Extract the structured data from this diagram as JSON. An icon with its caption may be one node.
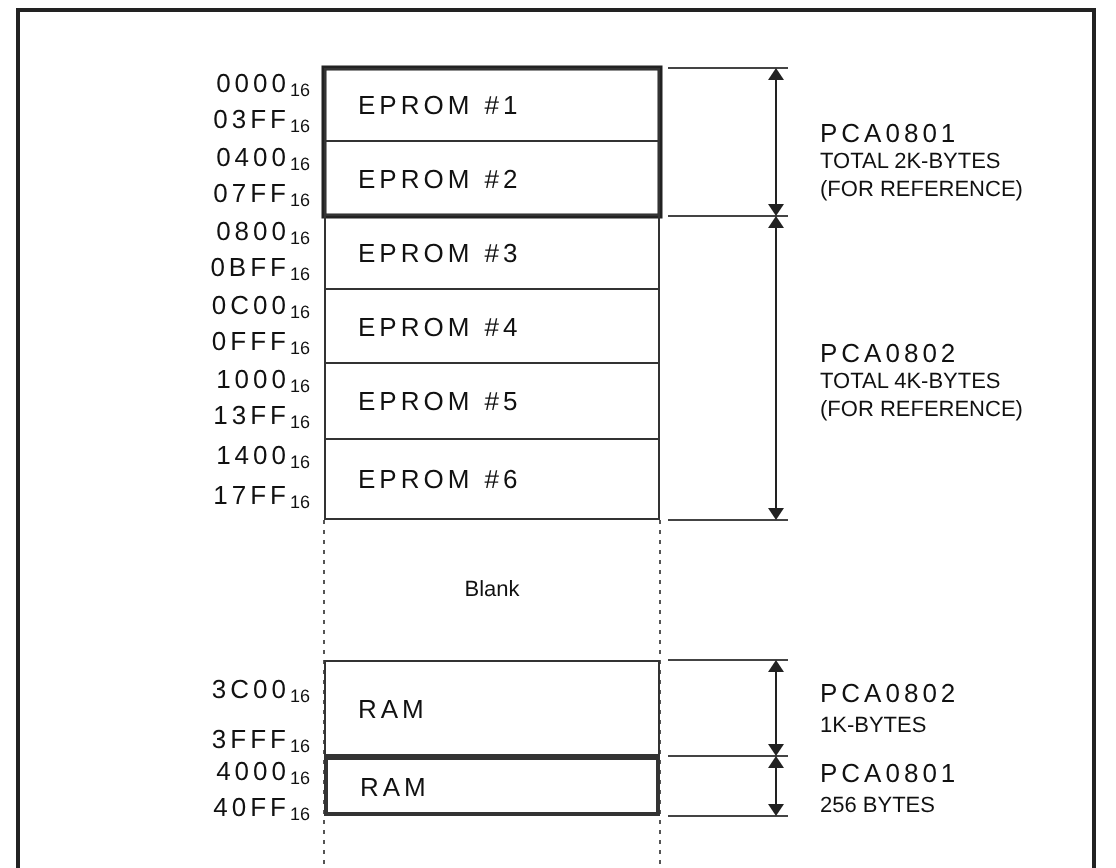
{
  "diagram": {
    "nodes": [
      {
        "text": [
          "EPROM #1"
        ]
      },
      {
        "text": [
          "EPROM #2"
        ]
      },
      {
        "text": [
          "EPROM #3"
        ]
      },
      {
        "text": [
          "EPROM #4"
        ]
      },
      {
        "text": [
          "EPROM #5"
        ]
      },
      {
        "text": [
          "EPROM #6"
        ]
      },
      {
        "text": [
          "Blank"
        ]
      },
      {
        "text": [
          "RAM"
        ]
      },
      {
        "text": [
          "RAM"
        ]
      }
    ],
    "labels": [
      "0000$_{16}$",
      "03FF$_{16}$",
      "0400$_{16}$",
      "07FF$_{16}$",
      "0800$_{16}$",
      "0BFF$_{16}$",
      "0C00$_{16}$",
      "0FFF$_{16}$",
      "1000$_{16}$",
      "13FF$_{16}$",
      "1400$_{16}$",
      "17FF$_{16}$",
      "3C00$_{16}$",
      "3FFF$_{16}$",
      "4000$_{16}$",
      "40FF$_{16}$",
      "PCA0801",
      "TOTAL 2K-BYTES (FOR REFERENCE)",
      "PCA0802",
      "TOTAL 4K-BYTES (FOR REFERENCE)",
      "PCA0802",
      "1K-BYTES",
      "PCA0801",
      "256 BYTES"
    ]
  }
}
